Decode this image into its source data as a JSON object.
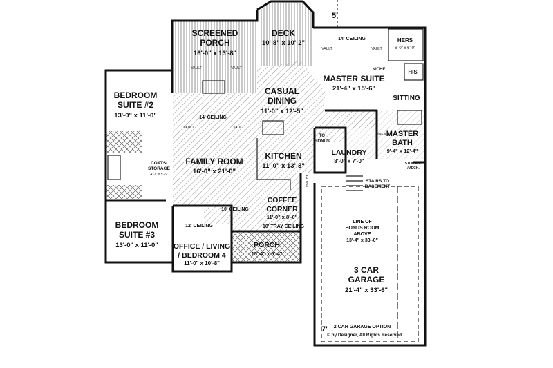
{
  "rooms": {
    "screened_porch": {
      "line1": "SCREENED",
      "line2": "PORCH",
      "dim": "16'-0\" x 13'-8\""
    },
    "deck": {
      "name": "DECK",
      "dim": "10'-8\" x 10'-2\""
    },
    "master_suite": {
      "ceiling": "14' CEILING",
      "name": "MASTER SUITE",
      "dim": "21'-4\" x 15'-6\""
    },
    "hers": {
      "name": "HERS",
      "dim": "6'-0\" x 6'-0\""
    },
    "his": {
      "name": "HIS"
    },
    "niche": {
      "name": "NICHE"
    },
    "sitting": {
      "name": "SITTING"
    },
    "bedroom2": {
      "line1": "BEDROOM",
      "line2": "SUITE #2",
      "dim": "13'-0\" x 11'-0\""
    },
    "casual_dining": {
      "line1": "CASUAL",
      "line2": "DINING",
      "dim": "11'-0\" x 12'-5\""
    },
    "family_room": {
      "ceiling": "14' CEILING",
      "name": "FAMILY ROOM",
      "dim": "16'-0\" x 21'-0\""
    },
    "coats_storage": {
      "line1": "COATS/",
      "line2": "STORAGE",
      "dim": "4'-7\" x 5'-6\""
    },
    "kitchen": {
      "name": "KITCHEN",
      "dim": "11'-0\" x 13'-3\""
    },
    "to_bonus": {
      "line1": "TO",
      "line2": "BONUS"
    },
    "laundry": {
      "name": "LAUNDRY",
      "dim": "8'-0\" x 7'-0\""
    },
    "linen": {
      "name": "LINEN"
    },
    "master_bath": {
      "line1": "MASTER",
      "line2": "BATH",
      "dim": "9'-4\" x 12'-4\""
    },
    "storage_mech": {
      "line1": "STORAGE",
      "line2": "/MECH."
    },
    "stairs": {
      "line1": "STAIRS TO",
      "line2": "BASEMENT"
    },
    "pantry": {
      "name": "PANTRY"
    },
    "coffee_corner": {
      "line1": "COFFEE",
      "line2": "CORNER",
      "dim": "11'-0\" x 8'-0\"",
      "ceiling": "10' TRAY CEILING"
    },
    "ten_ceiling": {
      "name": "10' CEILING"
    },
    "bedroom3": {
      "line1": "BEDROOM",
      "line2": "SUITE #3",
      "dim": "13'-0\" x 11'-0\""
    },
    "office": {
      "ceiling": "12' CEILING",
      "line1": "OFFICE / LIVING",
      "line2": "/ BEDROOM 4",
      "dim": "11'-0\" x 10'-8\""
    },
    "porch": {
      "name": "PORCH",
      "dim": "15'-4\" x 5'-4\""
    },
    "bonus_line": {
      "line1": "LINE OF",
      "line2": "BONUS ROOM",
      "line3": "ABOVE",
      "dim": "13'-4\" x 33'-0\""
    },
    "garage": {
      "line1": "3 CAR",
      "line2": "GARAGE",
      "dim": "21'-4\" x 33'-6\""
    },
    "garage_option": {
      "name": "2 CAR GARAGE OPTION"
    }
  },
  "labels": {
    "vault": "VAULT",
    "dim_5": "5'",
    "dim_7": "7'",
    "copyright": "© by Designer, All Rights Reserved"
  },
  "colors": {
    "wall": "#111111",
    "hatch": "#555555",
    "background": "#ffffff"
  }
}
